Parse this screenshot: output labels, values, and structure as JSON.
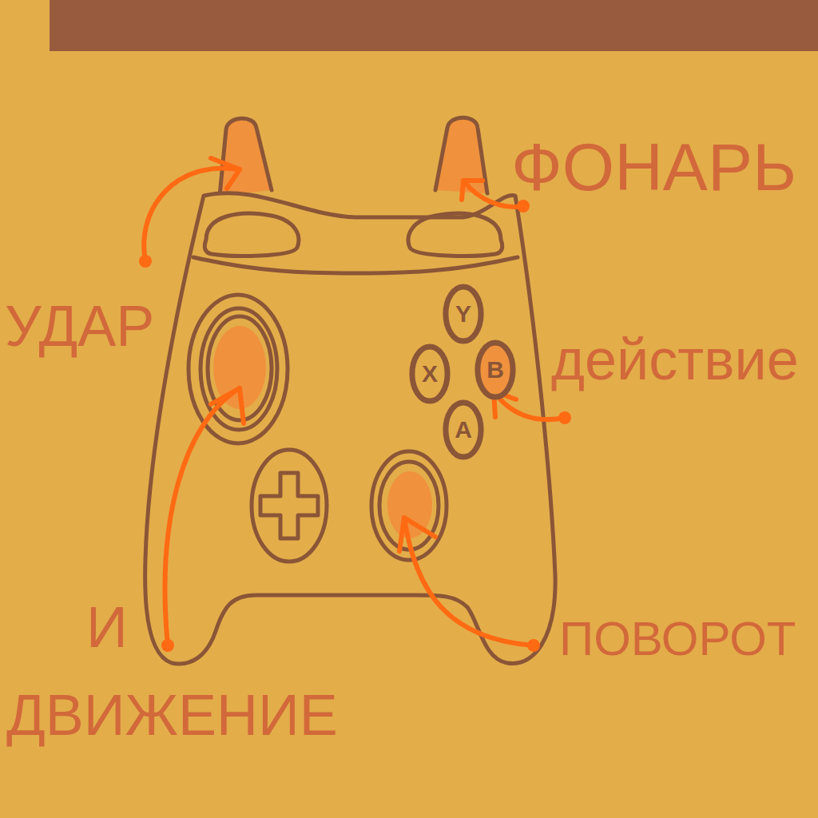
{
  "diagram": {
    "nodes": [
      {
        "text": [
          "Y"
        ]
      },
      {
        "text": [
          "X"
        ]
      },
      {
        "text": [
          "B"
        ]
      },
      {
        "text": [
          "A"
        ]
      }
    ],
    "labels": [
      "ФОНАРЬ",
      "УДАР",
      "действие",
      "И ДВИЖЕНИЕ",
      "ПОВОРОТ"
    ]
  }
}
